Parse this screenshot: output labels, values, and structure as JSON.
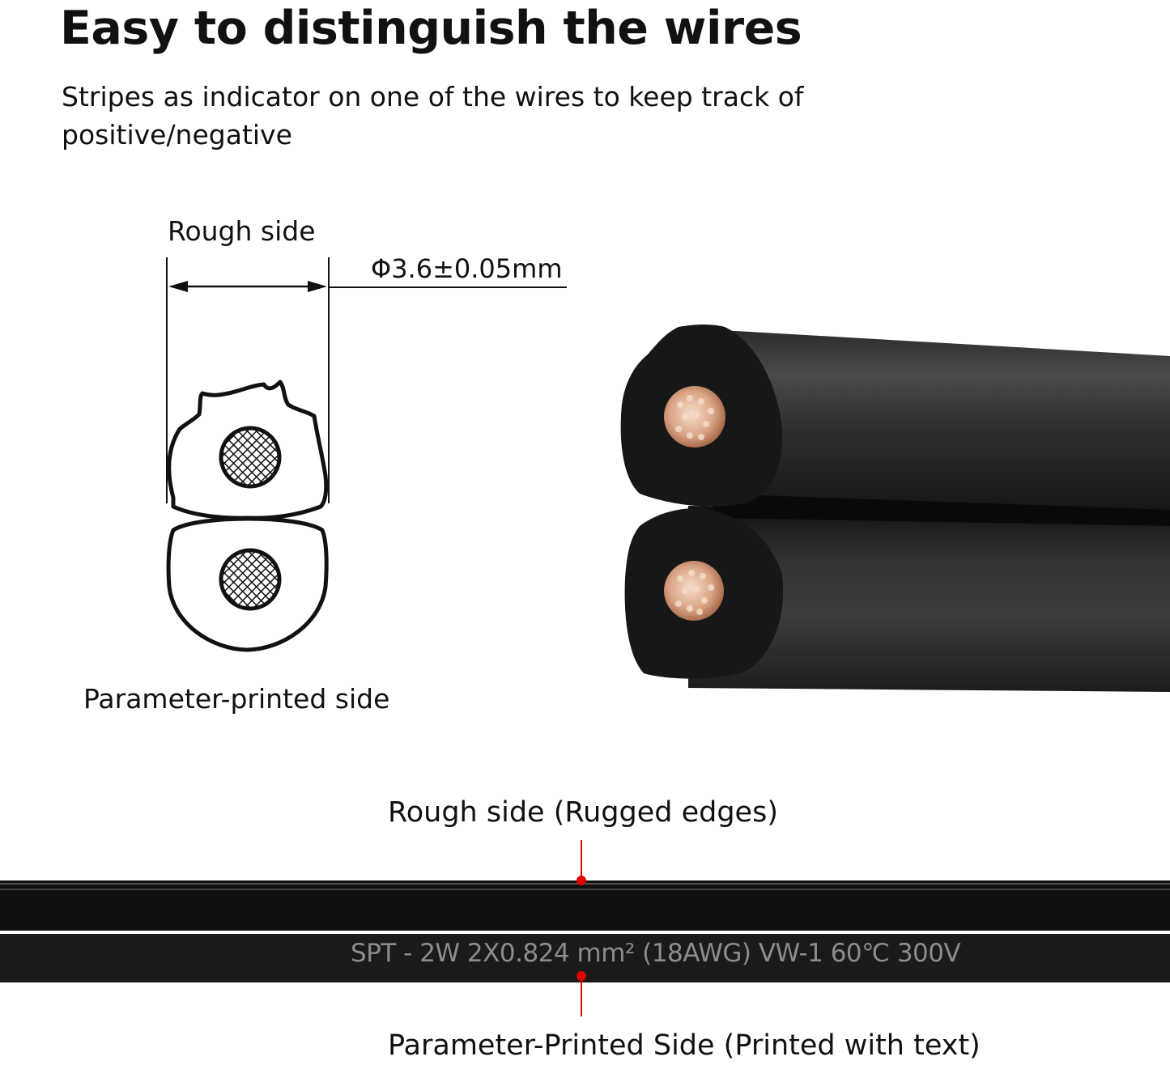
{
  "title": "Easy to distinguish the wires",
  "subtitle": "Stripes as indicator on one of the wires to keep track of positive/negative",
  "diagram": {
    "rough_side_label": "Rough side",
    "dimension_label": "Φ3.6±0.05mm",
    "parameter_side_label": "Parameter-printed side"
  },
  "cable_strip": {
    "rough_side_label": "Rough side (Rugged edges)",
    "printed_text": "SPT - 2W 2X0.824 mm²  (18AWG)  VW-1  60℃  300V",
    "printed_side_label": "Parameter-Printed Side (Printed with text)",
    "marker_color": "#e00000"
  },
  "colors": {
    "cable": "#1a1a1a",
    "copper": "#d9a88c"
  }
}
